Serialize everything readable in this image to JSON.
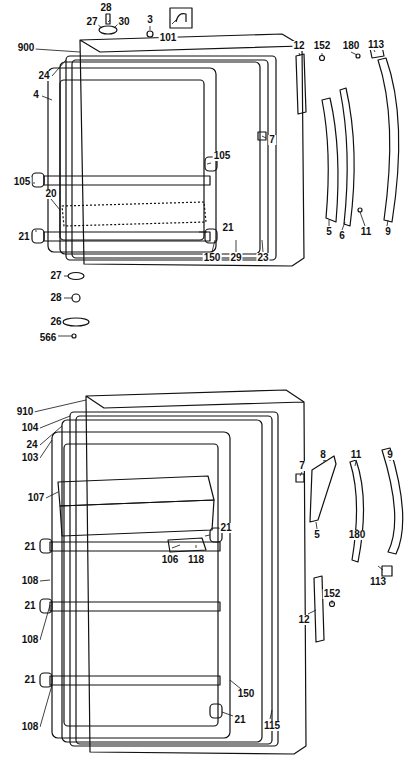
{
  "diagram": {
    "labels": [
      "27",
      "28",
      "30",
      "3",
      "101",
      "900",
      "12",
      "152",
      "180",
      "113",
      "24",
      "4",
      "105",
      "105",
      "20",
      "21",
      "21",
      "7",
      "5",
      "6",
      "11",
      "9",
      "27",
      "28",
      "26",
      "566",
      "150",
      "29",
      "23",
      "910",
      "104",
      "24",
      "103",
      "107",
      "21",
      "106",
      "118",
      "21",
      "108",
      "21",
      "108",
      "21",
      "108",
      "21",
      "150",
      "115",
      "7",
      "8",
      "11",
      "9",
      "5",
      "180",
      "113",
      "152",
      "12"
    ]
  }
}
